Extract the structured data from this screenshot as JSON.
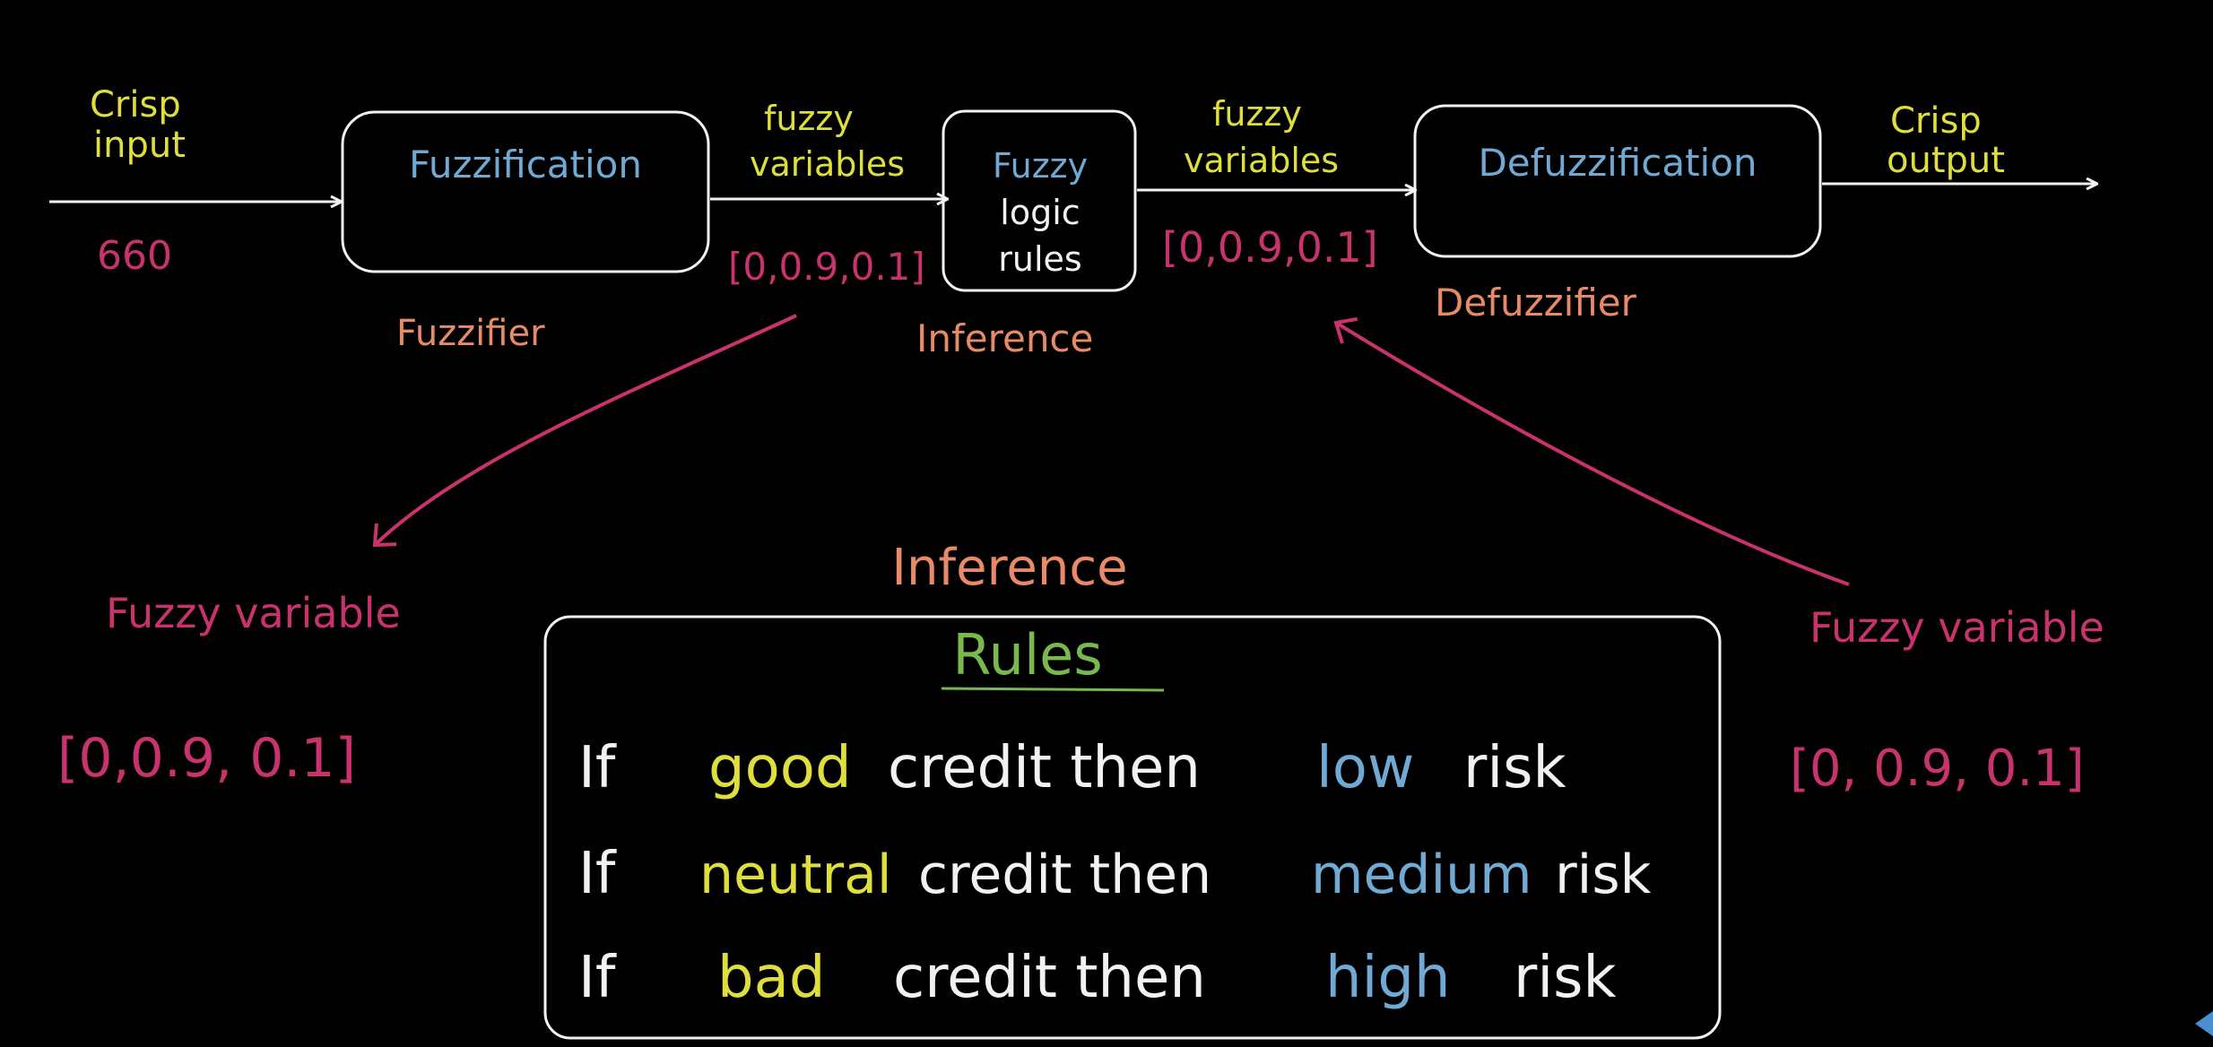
{
  "colors": {
    "background": "#000000",
    "line": "#f2f2f2",
    "label_yellow": "#dede3c",
    "block_blue": "#6fa9d4",
    "role_salmon": "#e88a68",
    "value_magenta": "#c8336e",
    "rules_green": "#78b84e",
    "corner_blue": "#4a8fd0"
  },
  "input": {
    "label_line1": "Crisp",
    "label_line2": "input",
    "value": "660"
  },
  "fuzzification": {
    "title": "Fuzzification",
    "role": "Fuzzifier"
  },
  "link_left": {
    "label_line1": "fuzzy",
    "label_line2": "variables",
    "value": "[0,0.9,0.1]"
  },
  "rules_block": {
    "line1": "Fuzzy",
    "line2": "logic",
    "line3": "rules",
    "role": "Inference"
  },
  "link_right": {
    "label_line1": "fuzzy",
    "label_line2": "variables",
    "value": "[0,0.9,0.1]"
  },
  "defuzzification": {
    "title": "Defuzzification",
    "role": "Defuzzifier"
  },
  "output": {
    "label_line1": "Crisp",
    "label_line2": "output"
  },
  "left_callout": {
    "label": "Fuzzy variable",
    "value": "[0,0.9, 0.1]"
  },
  "right_callout": {
    "label": "Fuzzy variable",
    "value": "[0,  0.9,  0.1]"
  },
  "inference_panel": {
    "title": "Inference",
    "heading": "Rules",
    "rules": [
      {
        "if_word": "If",
        "condition": "good",
        "middle": "credit then",
        "consequent": "low",
        "tail": "risk"
      },
      {
        "if_word": "If",
        "condition": "neutral",
        "middle": "credit then",
        "consequent": "medium",
        "tail": "risk"
      },
      {
        "if_word": "If",
        "condition": "bad",
        "middle": "credit then",
        "consequent": "high",
        "tail": "risk"
      }
    ]
  }
}
